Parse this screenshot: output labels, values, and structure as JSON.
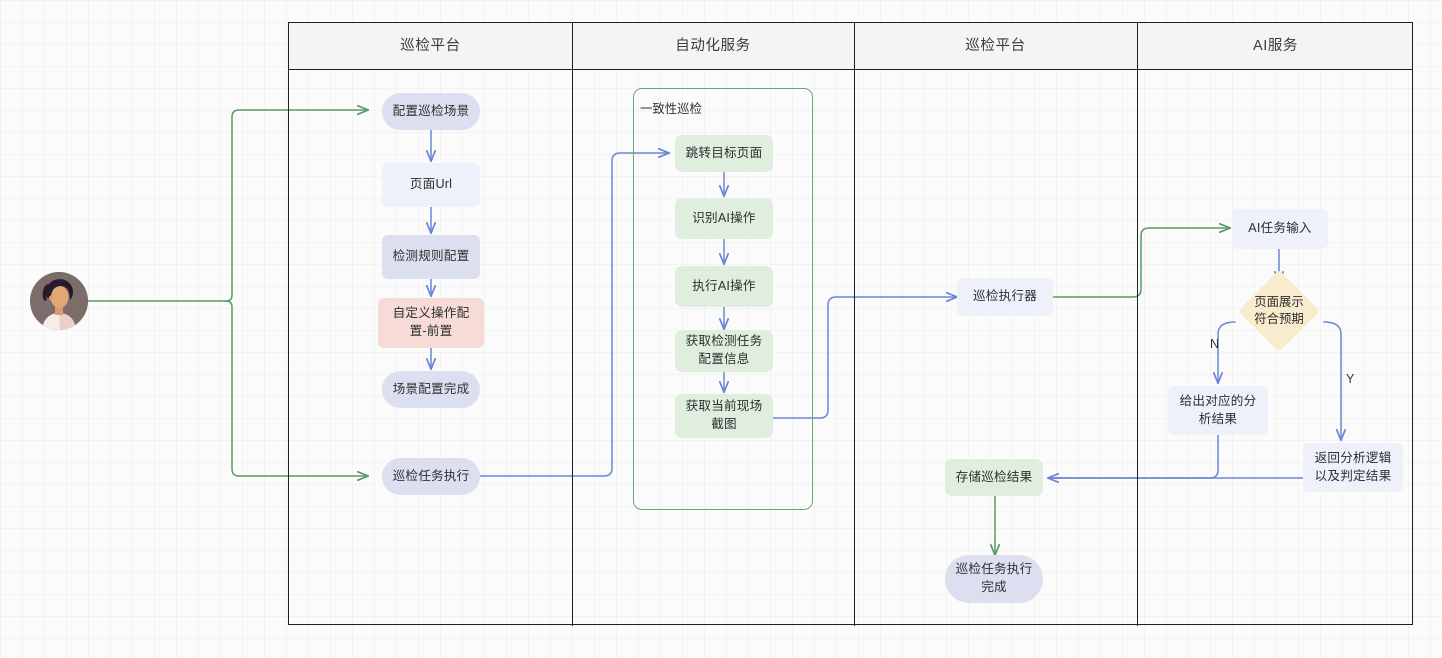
{
  "lanes": [
    {
      "title": "巡检平台"
    },
    {
      "title": "自动化服务"
    },
    {
      "title": "巡检平台"
    },
    {
      "title": "AI服务"
    }
  ],
  "actor": {
    "name": "user-avatar",
    "alt": "用户头像"
  },
  "group": {
    "label": "一致性巡检",
    "border_color": "#6aa86f"
  },
  "nodes": {
    "config_scene": {
      "label": "配置巡检场景",
      "shape": "stadium",
      "color": "#dcdff0"
    },
    "page_url": {
      "label": "页面Url",
      "shape": "rect",
      "color": "#eef0fa"
    },
    "rule_config": {
      "label": "检测规则配置",
      "shape": "rect",
      "color": "#dcdff0"
    },
    "custom_op_pre": {
      "label": "自定义操作配置-前置",
      "shape": "rect",
      "color": "#f6dbd7"
    },
    "scene_done": {
      "label": "场景配置完成",
      "shape": "stadium",
      "color": "#dcdff0"
    },
    "task_exec": {
      "label": "巡检任务执行",
      "shape": "stadium",
      "color": "#dcdff0"
    },
    "goto_page": {
      "label": "跳转目标页面",
      "shape": "rect",
      "color": "#dfeedf"
    },
    "recognize_ai_op": {
      "label": "识别AI操作",
      "shape": "rect",
      "color": "#dfeedf"
    },
    "exec_ai_op": {
      "label": "执行AI操作",
      "shape": "rect",
      "color": "#dfeedf"
    },
    "get_task_config": {
      "label": "获取检测任务配置信息",
      "shape": "rect",
      "color": "#dfeedf"
    },
    "get_screenshot": {
      "label": "获取当前现场截图",
      "shape": "rect",
      "color": "#dfeedf"
    },
    "inspect_executor": {
      "label": "巡检执行器",
      "shape": "rect",
      "color": "#eef0fa"
    },
    "store_result": {
      "label": "存储巡检结果",
      "shape": "rect",
      "color": "#dfeedf"
    },
    "task_finished": {
      "label": "巡检任务执行完成",
      "shape": "stadium",
      "color": "#dcdff0"
    },
    "ai_task_input": {
      "label": "AI任务输入",
      "shape": "rect",
      "color": "#eef0fa"
    },
    "decision_expected": {
      "label": "页面展示\n符合预期",
      "shape": "diamond",
      "color": "#f8ecce"
    },
    "analysis_result": {
      "label": "给出对应的分析结果",
      "shape": "rect",
      "color": "#eef0fa"
    },
    "return_logic": {
      "label": "返回分析逻辑以及判定结果",
      "shape": "rect",
      "color": "#eef0fa"
    }
  },
  "edge_labels": {
    "branch_no": "N",
    "branch_yes": "Y"
  },
  "colors": {
    "edge_blue": "#6b86d6",
    "edge_green": "#5a9b63",
    "lane_border": "#1f1f1f",
    "lane_header_bg": "#f4f4f4",
    "canvas_bg": "#fbfbfb"
  }
}
